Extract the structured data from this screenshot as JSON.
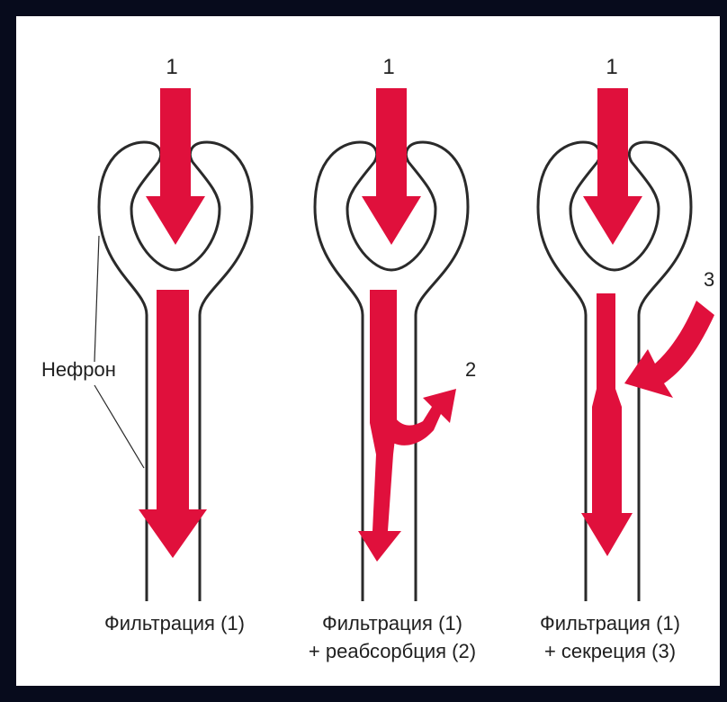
{
  "colors": {
    "arrow": "#e0103c",
    "outline": "#2a2a2a",
    "background": "#ffffff",
    "frame": "#070b1c"
  },
  "labels": {
    "num1": "1",
    "num2": "2",
    "num3": "3",
    "nephron": "Нефрон"
  },
  "panels": [
    {
      "caption_line1": "Фильтрация (1)",
      "caption_line2": ""
    },
    {
      "caption_line1": "Фильтрация (1)",
      "caption_line2": "+ реабсорбция (2)"
    },
    {
      "caption_line1": "Фильтрация (1)",
      "caption_line2": "+ секреция (3)"
    }
  ]
}
